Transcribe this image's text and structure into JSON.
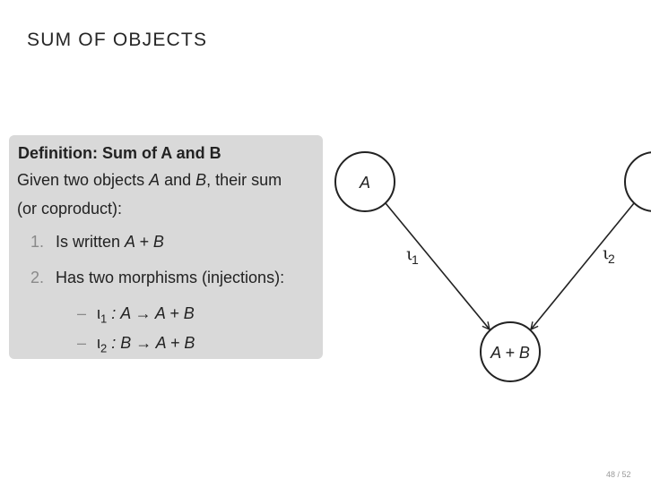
{
  "slide": {
    "title": "SUM OF OBJECTS",
    "page_number": "48 / 52"
  },
  "definition": {
    "header": "Definition: Sum of A and B",
    "intro_line1_pre": "Given two objects ",
    "intro_A": "A",
    "intro_and": " and ",
    "intro_B": "B",
    "intro_line1_post": ", their sum",
    "intro_line2": "(or coproduct):",
    "items": [
      {
        "number": "1.",
        "text": "Is written ",
        "math": "A + B"
      },
      {
        "number": "2.",
        "text": "Has two morphisms (injections):"
      }
    ],
    "subitems": [
      {
        "dash": "–",
        "symbol": "ι",
        "sub": "1",
        "math": " : A → A + B"
      },
      {
        "dash": "–",
        "symbol": "ι",
        "sub": "2",
        "math": " : B → A + B"
      }
    ]
  },
  "diagram": {
    "nodes": {
      "a": "A",
      "sum": "A + B"
    },
    "edges": {
      "left_symbol": "ι",
      "left_sub": "1",
      "right_symbol": "ι",
      "right_sub": "2"
    }
  }
}
